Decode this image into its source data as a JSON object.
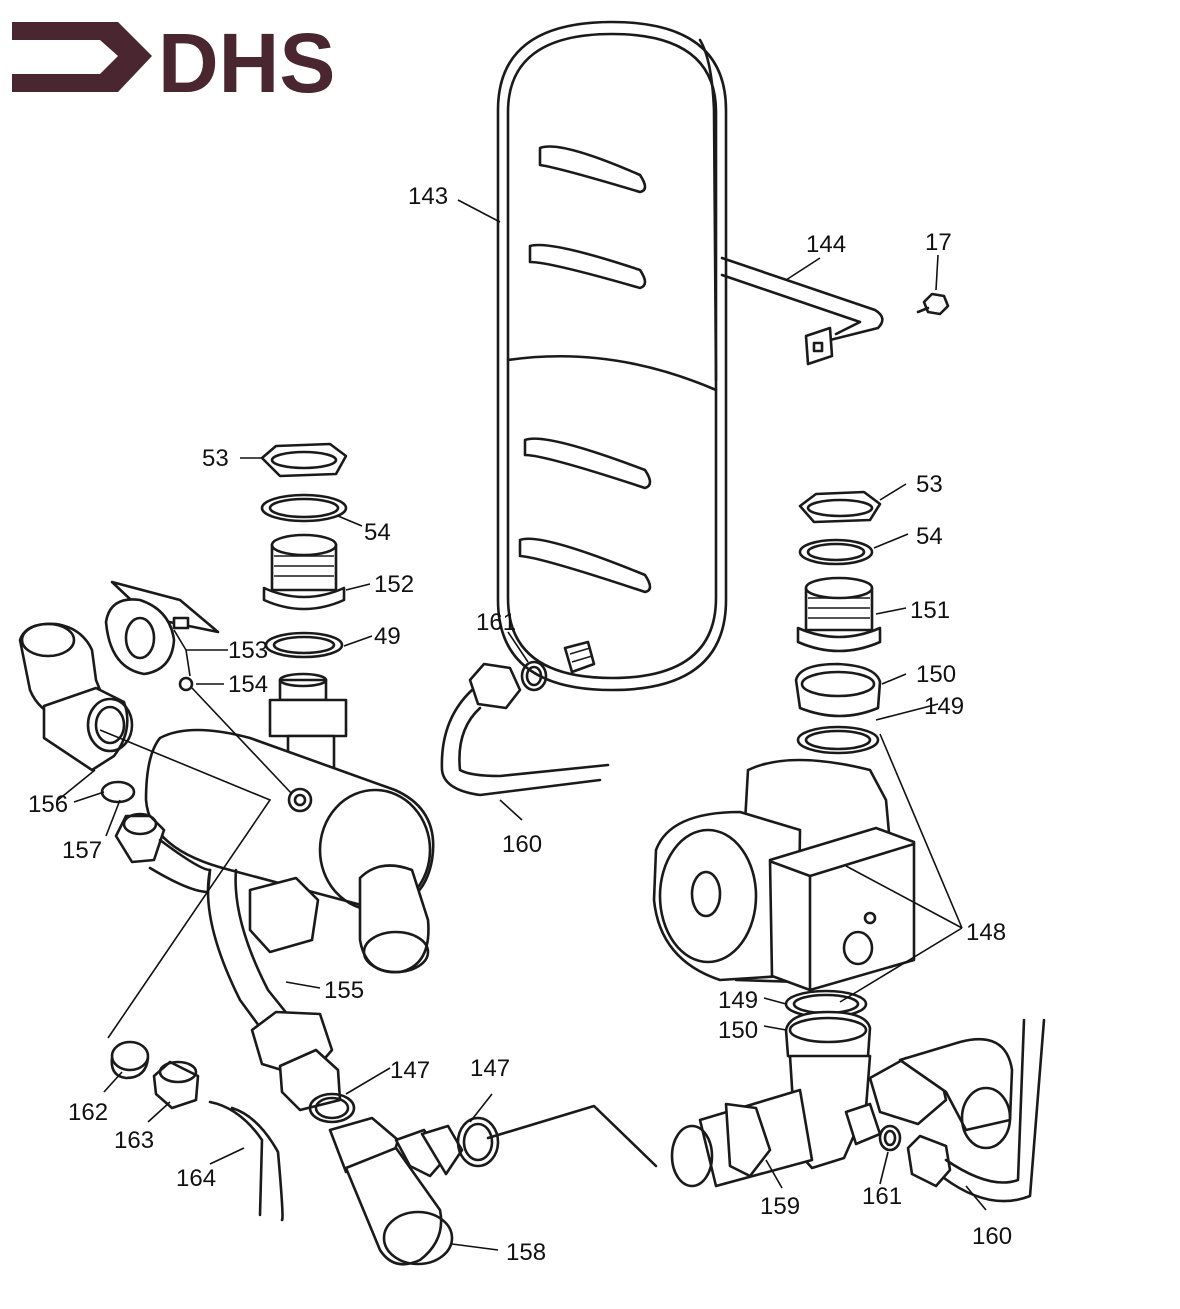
{
  "logo": {
    "text": "DHS",
    "color": "#4a2730"
  },
  "labels": {
    "l143": "143",
    "l144": "144",
    "l17": "17",
    "l53a": "53",
    "l54a": "54",
    "l152": "152",
    "l49": "49",
    "l153": "153",
    "l154": "154",
    "l156": "156",
    "l157": "157",
    "l155": "155",
    "l162": "162",
    "l163": "163",
    "l164": "164",
    "l147a": "147",
    "l147b": "147",
    "l158": "158",
    "l161a": "161",
    "l160a": "160",
    "l53b": "53",
    "l54b": "54",
    "l151": "151",
    "l150a": "150",
    "l149a": "149",
    "l148": "148",
    "l149b": "149",
    "l150b": "150",
    "l159": "159",
    "l161b": "161",
    "l160b": "160"
  },
  "colors": {
    "ink": "#1a1a1a",
    "background": "#ffffff"
  }
}
